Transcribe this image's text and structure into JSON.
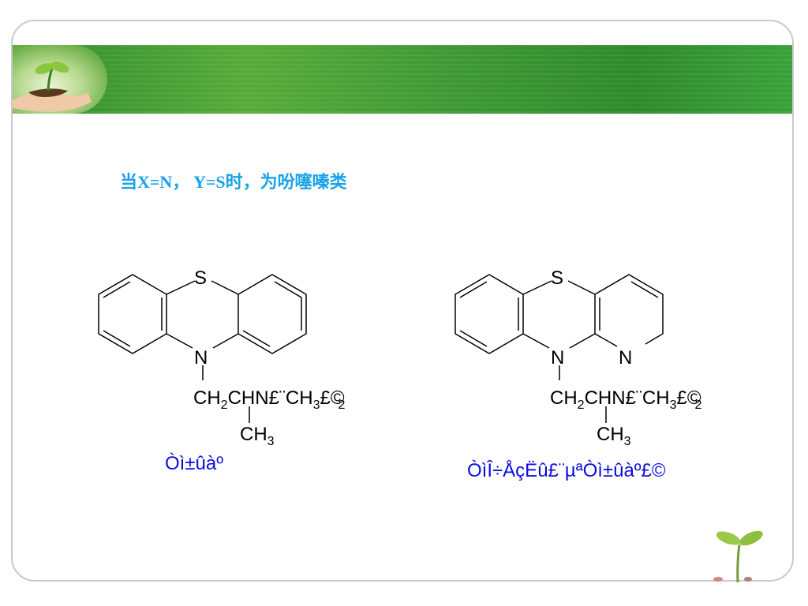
{
  "slide": {
    "heading": "当X=N， Y=S时，为吩噻嗪类"
  },
  "structure_left": {
    "atoms": {
      "s": "S",
      "n": "N"
    },
    "side_chain": {
      "ch2": "CH",
      "sub2": "2",
      "chn": "CHN£¨CH",
      "sub3": "3",
      "end": "£©",
      "sub_end": "2"
    },
    "branch": {
      "ch3": "CH",
      "sub3": "3"
    },
    "caption": "Òì±ûàº"
  },
  "structure_right": {
    "atoms": {
      "s": "S",
      "n": "N",
      "n2": "N"
    },
    "side_chain": {
      "ch2": "CH",
      "sub2": "2",
      "chn": "CHN£¨CH",
      "sub3": "3",
      "end": "£©",
      "sub_end": "2"
    },
    "branch": {
      "ch3": "CH",
      "sub3": "3"
    },
    "caption": "ÒìÎ÷ÅçËû£¨µªÒì±ûàº£©"
  },
  "colors": {
    "heading": "#1aa3e8",
    "caption": "#0a0ae0",
    "banner": "#3f9a35"
  }
}
